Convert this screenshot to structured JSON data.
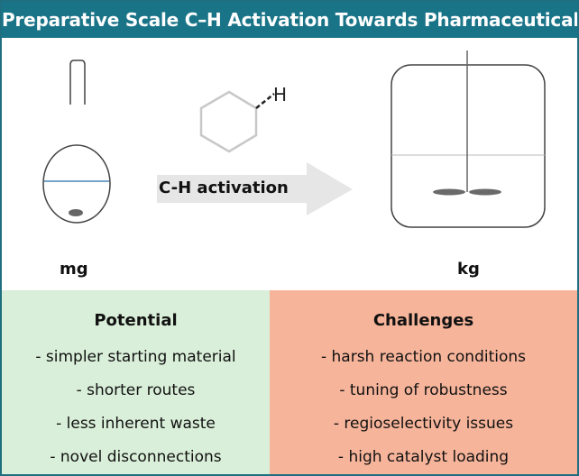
{
  "title": "Preparative Scale C–H Activation Towards Pharmaceuticals",
  "arrow_label": "C-H activation",
  "h_atom": "H",
  "scale_small": "mg",
  "scale_large": "kg",
  "potential": {
    "heading": "Potential",
    "items": [
      "- simpler starting material",
      "- shorter routes",
      "- less inherent waste",
      "- novel disconnections"
    ]
  },
  "challenges": {
    "heading": "Challenges",
    "items": [
      "- harsh reaction conditions",
      "- tuning of robustness",
      "- regioselectivity issues",
      "- high catalyst loading"
    ]
  },
  "colors": {
    "title_bar": "#1a7488",
    "potential_bg": "#d9efd9",
    "challenges_bg": "#f6b49a",
    "arrow": "#e6e6e6",
    "liquid_line": "#4a86b8"
  }
}
